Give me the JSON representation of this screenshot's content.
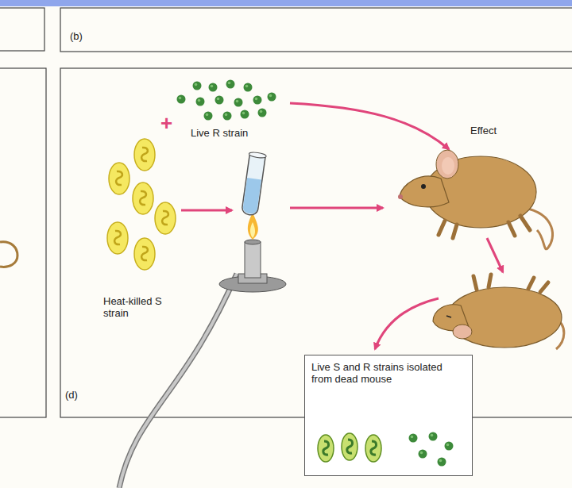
{
  "diagram": {
    "nodes": [
      {
        "text": [
          "Live S and R strains isolated from dead mouse"
        ]
      }
    ],
    "labels": [
      "(b)",
      "+",
      "Live R strain",
      "Effect",
      "Heat-killed S strain",
      "(d)"
    ]
  }
}
